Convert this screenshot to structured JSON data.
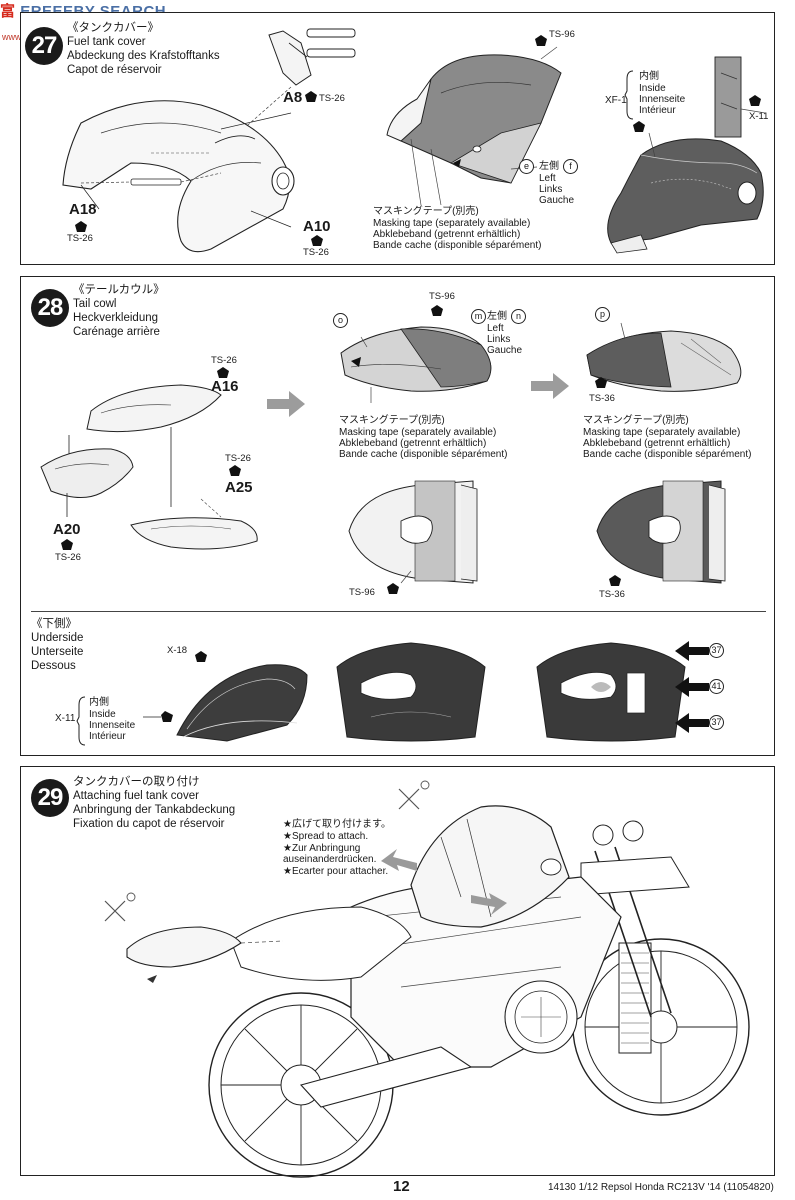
{
  "watermark": {
    "brand": "EREEEBY SEARCH",
    "brand_cn": "富",
    "url": "www.hobby-shop.com"
  },
  "step27": {
    "number": "27",
    "title_jp": "《タンクカバー》",
    "title_en": "Fuel tank cover",
    "title_de": "Abdeckung des Krafstofftanks",
    "title_fr": "Capot de réservoir",
    "parts": {
      "a8": "A8",
      "a18": "A18",
      "a10": "A10"
    },
    "paints": {
      "ts26_a8": "TS-26",
      "ts26_a18": "TS-26",
      "ts26_a10": "TS-26",
      "ts96": "TS-96",
      "xf1": "XF-1",
      "x11": "X-11"
    },
    "side_labels": {
      "e": "e",
      "f": "f",
      "jp": "左側",
      "en": "Left",
      "de": "Links",
      "fr": "Gauche"
    },
    "mask_jp": "マスキングテープ(別売)",
    "mask_en": "Masking tape (separately available)",
    "mask_de": "Abklebeband (getrennt erhältlich)",
    "mask_fr": "Bande cache (disponible séparément)",
    "inside_jp": "内側",
    "inside_en": "Inside",
    "inside_de": "Innenseite",
    "inside_fr": "Intérieur"
  },
  "step28": {
    "number": "28",
    "title_jp": "《テールカウル》",
    "title_en": "Tail cowl",
    "title_de": "Heckverkleidung",
    "title_fr": "Carénage arrière",
    "parts": {
      "a16": "A16",
      "a25": "A25",
      "a20": "A20"
    },
    "paints": {
      "ts26_a16": "TS-26",
      "ts26_a25": "TS-26",
      "ts26_a20": "TS-26",
      "ts96_top": "TS-96",
      "ts36_top": "TS-36",
      "ts96_rear": "TS-96",
      "ts36_rear": "TS-36",
      "x18": "X-18",
      "x11": "X-11"
    },
    "markers": {
      "o": "o",
      "m": "m",
      "n": "n",
      "p": "p"
    },
    "side_jp": "左側",
    "side_en": "Left",
    "side_de": "Links",
    "side_fr": "Gauche",
    "mask1_jp": "マスキングテープ(別売)",
    "mask1_en": "Masking tape (separately available)",
    "mask1_de": "Abklebeband (getrennt erhältlich)",
    "mask1_fr": "Bande cache (disponible séparément)",
    "mask2_jp": "マスキングテープ(別売)",
    "mask2_en": "Masking tape (separately available)",
    "mask2_de": "Abklebeband (getrennt erhältlich)",
    "mask2_fr": "Bande cache (disponible séparément)",
    "under_jp": "《下側》",
    "under_en": "Underside",
    "under_de": "Unterseite",
    "under_fr": "Dessous",
    "inside_jp": "内側",
    "inside_en": "Inside",
    "inside_de": "Innenseite",
    "inside_fr": "Intérieur",
    "decals": [
      "37",
      "41",
      "37"
    ]
  },
  "step29": {
    "number": "29",
    "title_jp": "タンクカバーの取り付け",
    "title_en": "Attaching fuel tank cover",
    "title_de": "Anbringung der Tankabdeckung",
    "title_fr": "Fixation du capot de réservoir",
    "note_jp": "★広げて取り付けます。",
    "note_en": "★Spread to attach.",
    "note_de1": "★Zur Anbringung",
    "note_de2": "auseinanderdrücken.",
    "note_fr": "★Ecarter pour attacher."
  },
  "footer": {
    "page": "12",
    "info": "14130  1/12 Repsol Honda RC213V '14 (11054820)"
  }
}
